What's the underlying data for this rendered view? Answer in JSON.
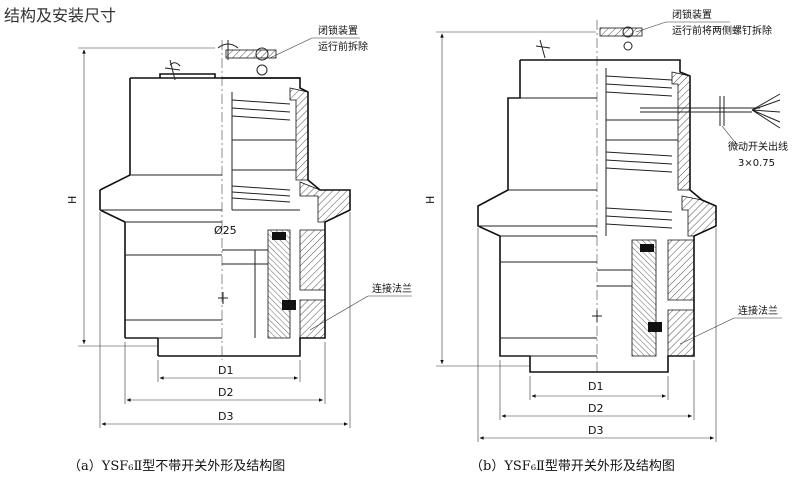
{
  "title": "结构及安装尺寸",
  "figure_a": {
    "caption": "（a）YSF₆Ⅱ型不带开关外形及结构图",
    "callout_lock_line1": "闭锁装置",
    "callout_lock_line2": "运行前拆除",
    "callout_flange": "连接法兰",
    "dim_h": "H",
    "dim_d1": "D1",
    "dim_d2": "D2",
    "dim_d3": "D3",
    "dim_phi": "Ø25"
  },
  "figure_b": {
    "caption": "（b）YSF₆Ⅱ型带开关外形及结构图",
    "callout_lock_line1": "闭锁装置",
    "callout_lock_line2": "运行前将两侧螺钉拆除",
    "callout_switch_line1": "微动开关出线",
    "callout_switch_line2": "3×0.75",
    "callout_flange": "连接法兰",
    "dim_h": "H",
    "dim_d1": "D1",
    "dim_d2": "D2",
    "dim_d3": "D3"
  }
}
